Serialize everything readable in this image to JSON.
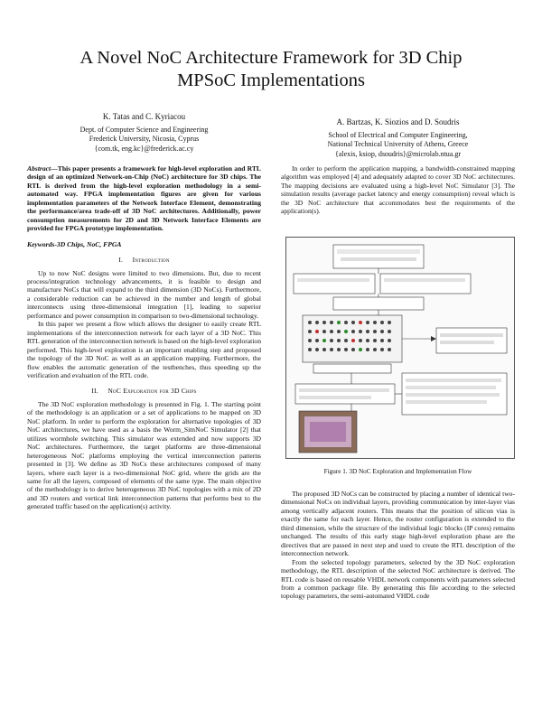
{
  "title_line1": "A Novel NoC Architecture Framework for 3D Chip",
  "title_line2": "MPSoC Implementations",
  "author_left": {
    "names": "K. Tatas and C. Kyriacou",
    "dept": "Dept. of Computer Science and Engineering",
    "univ": "Frederick University, Nicosia, Cyprus",
    "email": "{com.tk, eng.kc}@frederick.ac.cy"
  },
  "author_right": {
    "names": "A. Bartzas, K. Siozios and D. Soudris",
    "dept": "School of Electrical and Computer Engineering,",
    "univ": "National Technical University of Athens, Greece",
    "email": "{alexis, ksiop, dsoudris}@microlab.ntua.gr"
  },
  "abstract_label": "Abstract",
  "abstract_text": "—This paper presents a framework for high-level exploration and RTL design of an optimized Network-on-Chip (NoC) architecture for 3D chips. The RTL is derived from the high-level exploration methodology in a semi-automated way. FPGA implementation figures are given for various implementation parameters of the Network Interface Element, demonstrating the performance/area trade-off of 3D NoC architectures. Additionally, power consumption measurements for 2D and 3D Network Interface Elements are provided for FPGA prototype implementation.",
  "keywords": "Keywords-3D Chips, NoC, FPGA",
  "sec1_num": "I.",
  "sec1_title": "Introduction",
  "sec1_p1": "Up to now NoC designs were limited to two dimensions. But, due to recent process/integration technology advancements, it is feasible to design and manufacture NoCs that will expand to the third dimension (3D NoCs). Furthermore, a considerable reduction can be achieved in the number and length of global interconnects using three-dimensional integration [1], leading to superior performance and power consumption in comparison to two-dimensional technology.",
  "sec1_p2": "In this paper we present a flow which allows the designer to easily create RTL implementations of the interconnection network for each layer of a 3D NoC. This RTL generation of the interconnection network is based on the high-level exploration performed. This high-level exploration is an important enabling step and proposed the topology of the 3D NoC as well as an application mapping. Furthermore, the flow enables the automatic generation of the testbenches, thus speeding up the verification and evaluation of the RTL code.",
  "sec2_num": "II.",
  "sec2_title": "NoC Exploration for 3D Chips",
  "sec2_p1": "The 3D NoC exploration methodology is presented in Fig. 1. The starting point of the methodology is an application or a set of applications to be mapped on 3D NoC platform. In order to perform the exploration for alternative topologies of 3D NoC architectures, we have used as a basis the Worm_SimNoC Simulator [2] that utilizes wormhole switching. This simulator was extended and now supports 3D NoC architectures. Furthermore, the target platforms are three-dimensional heterogeneous NoC platforms employing the vertical interconnection patterns presented in [3]. We define as 3D NoCs these architectures composed of many layers, where each layer is a two-dimensional NoC grid, where the grids are the same for all the layers, composed of elements of the same type. The main objective of the methodology is to derive heterogeneous 3D NoC topologies with a mix of 2D and 3D routers and vertical link interconnection patterns that performs best to the generated traffic based on the application(s) activity.",
  "right_p1": "In order to perform the application mapping, a bandwidth-constrained mapping algorithm was employed [4] and adequately adapted to cover 3D NoC architectures. The mapping decisions are evaluated using a high-level NoC Simulator [3]. The simulation results (average packet latency and energy consumption) reveal which is the 3D NoC architecture that accommodates best the requirements of the application(s).",
  "figure_caption": "Figure 1.   3D NoC Exploration and Implementation Flow",
  "right_p2": "The proposed 3D NoCs can be constructed by placing a number of identical two-dimensional NoCs on individual layers, providing communication by inter-layer vias among vertically adjacent routers. This means that the position of silicon vias is exactly the same for each layer. Hence, the router configuration is extended to the third dimension, while the structure of the individual logic blocks (IP cores) remains unchanged. The results of this early stage high-level exploration phase are the directives that are passed in next step and used to create the RTL description of the interconnection network.",
  "right_p3": "From the selected topology parameters, selected by the 3D NoC exploration methodology, the RTL description of the selected NoC architecture is derived. The RTL code is based on reusable VHDL network components with parameters selected from a common package file. By generating this file according to the selected topology parameters, the semi-automated VHDL code"
}
